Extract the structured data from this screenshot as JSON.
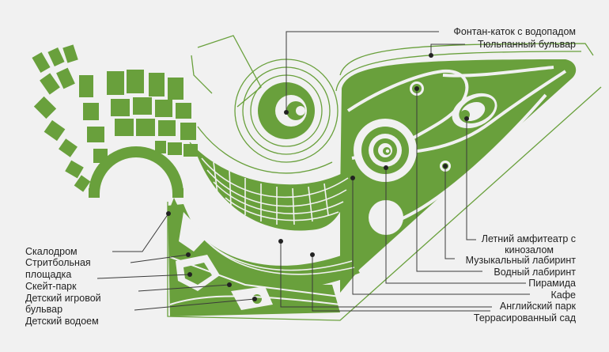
{
  "colors": {
    "park_green": "#69a03c",
    "background": "#f1f1f1",
    "text": "#222222",
    "leader_line": "#3a3a3a"
  },
  "labels_right": {
    "fountain": "Фонтан-каток с водопадом",
    "tulip_boulevard": "Тюльпанный бульвар",
    "amphitheater_line1": "Летний амфитеатр с",
    "amphitheater_line2": "кинозалом",
    "music_labyrinth": "Музыкальный лабиринт",
    "water_labyrinth": "Водный лабиринт",
    "pyramid": "Пирамида",
    "cafe": "Кафе",
    "english_park": "Английский парк",
    "terraced_garden": "Террасированный сад"
  },
  "labels_left": {
    "climbing_wall": "Скалодром",
    "streetball_line1": "Стритбольная",
    "streetball_line2": "площадка",
    "skate_park": "Скейт-парк",
    "kids_boulevard_line1": "Детский игровой",
    "kids_boulevard_line2": "бульвар",
    "kids_pond": "Детский водоем"
  }
}
